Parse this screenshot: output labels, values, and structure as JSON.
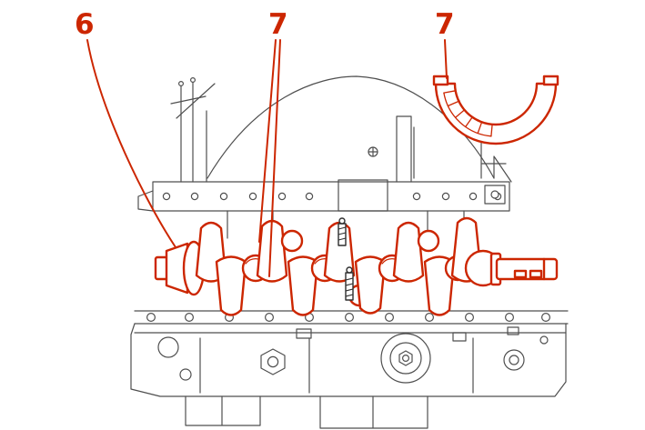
{
  "figure": {
    "callouts": {
      "crank_front": "6",
      "crank_mid": "7",
      "bearing_shell": "7"
    }
  },
  "colors": {
    "highlight": "#cc2600",
    "line": "#4f4f4f",
    "stud": "#2e2e2e",
    "bg": "#ffffff"
  }
}
